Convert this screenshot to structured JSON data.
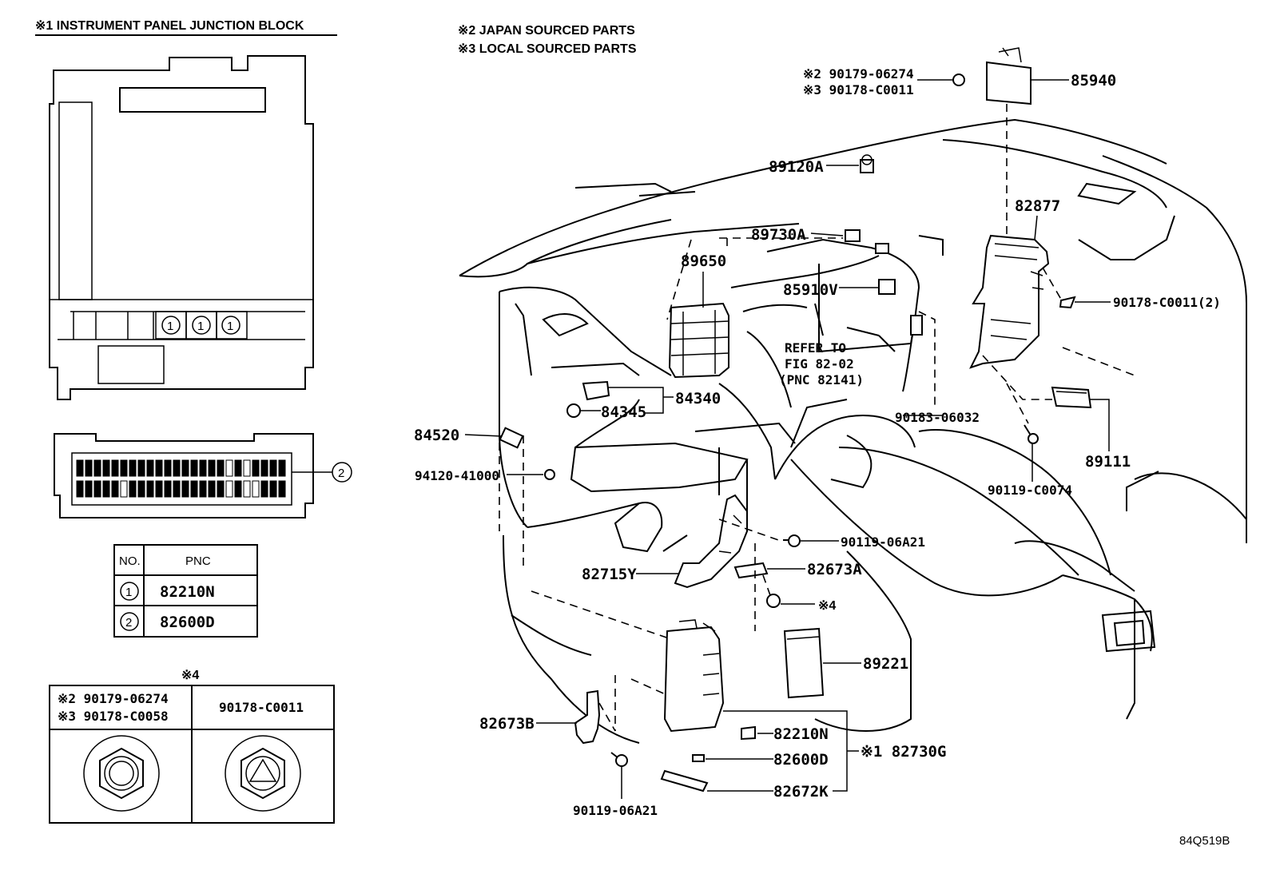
{
  "notes": {
    "n1_title": "※1 INSTRUMENT PANEL JUNCTION BLOCK",
    "n2": "※2 JAPAN SOURCED PARTS",
    "n3": "※3 LOCAL SOURCED PARTS",
    "n4_title": "※4"
  },
  "pnc_table": {
    "header_no": "NO.",
    "header_pnc": "PNC",
    "rows": [
      {
        "no": "1",
        "pnc": "82210N"
      },
      {
        "no": "2",
        "pnc": "82600D"
      }
    ]
  },
  "junction_block": {
    "marker1": "1",
    "marker2": "2"
  },
  "nut_table": {
    "left_line1": "※2 90179-06274",
    "left_line2": "※3 90178-C0058",
    "right": "90178-C0011"
  },
  "parts": {
    "p85940": "85940",
    "p90179_06274": "※2 90179-06274",
    "p90178_C0011": "※3 90178-C0011",
    "p89120A": "89120A",
    "p82877": "82877",
    "p89730A": "89730A",
    "p89650": "89650",
    "p85910V": "85910V",
    "p90178_C0011_2": "90178-C0011(2)",
    "refer1": "REFER TO",
    "refer2": "FIG 82-02",
    "refer3": "(PNC 82141)",
    "p84340": "84340",
    "p84345": "84345",
    "p90183_06032": "90183-06032",
    "p84520": "84520",
    "p89111": "89111",
    "p94120_41000": "94120-41000",
    "p90119_C0074": "90119-C0074",
    "p90119_06A21_a": "90119-06A21",
    "p82715Y": "82715Y",
    "p82673A": "82673A",
    "p_x4": "※4",
    "p89221": "89221",
    "p82673B": "82673B",
    "p82210N": "82210N",
    "p82600D": "82600D",
    "p82730G": "※1 82730G",
    "p82672K": "82672K",
    "p90119_06A21_b": "90119-06A21"
  },
  "footer": {
    "code": "84Q519B"
  }
}
